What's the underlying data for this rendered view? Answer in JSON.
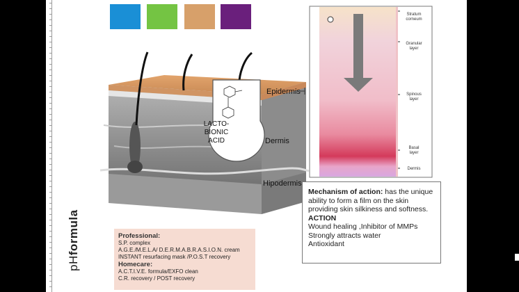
{
  "swatches": [
    "#1a8fd6",
    "#74c443",
    "#d7a06a",
    "#6a1f7c"
  ],
  "brand": {
    "light": "pH",
    "bold": "formula"
  },
  "skin_labels": {
    "epidermis": "Epidermis",
    "dermis": "Dermis",
    "hipodermis": "Hipodermis"
  },
  "lacto": [
    "LACTO-",
    "BIONIC",
    "ACID"
  ],
  "layers": {
    "stratum": [
      "Stratum",
      "corneum"
    ],
    "granular": [
      "Granular",
      "layer"
    ],
    "spinous": [
      "Spinous",
      "layer"
    ],
    "basal": [
      "Basal",
      "layer"
    ],
    "dermis": "Dermis"
  },
  "mechanism": {
    "heading": "Mechanism of action:",
    "text": "has the unique ability to form a film on the skin providing skin silkiness and softness.",
    "action_heading": "ACTION",
    "actions": [
      "Wound healing ,Inhibitor of MMPs",
      "Strongly attracts water",
      "Antioxidant"
    ]
  },
  "professional": {
    "heading": "Professional:",
    "items": [
      "S.P. complex",
      "A.G.E./M.E.L.A/ D.E.R.M.A.B.R.A.S.I.O.N. cream",
      "INSTANT resurfacing mask /P.O.S.T recovery"
    ]
  },
  "homecare": {
    "heading": "Homecare:",
    "items": [
      "A.C.T.I.V.E. formula/EXFO clean",
      "C.R. recovery / POST recovery"
    ]
  }
}
